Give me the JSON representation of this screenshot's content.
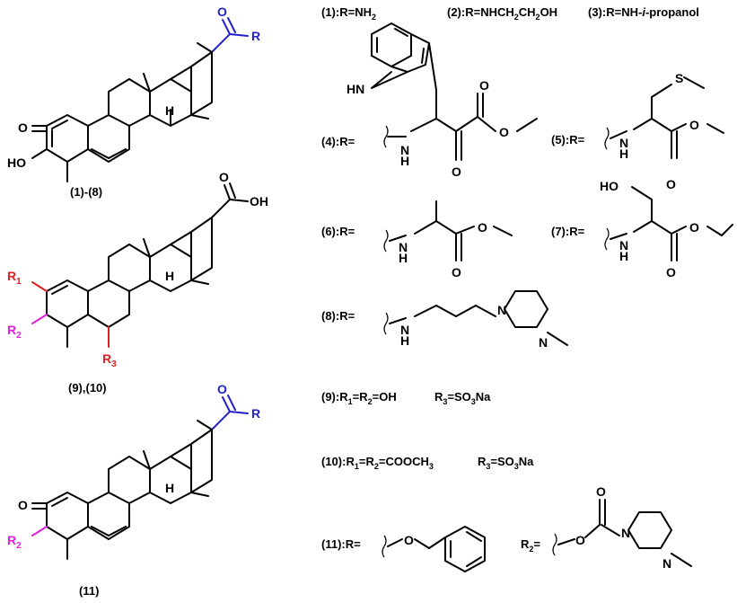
{
  "core_labels": {
    "c1": "(1)-(8)",
    "c2": "(9),(10)",
    "c3": "(11)"
  },
  "atoms": {
    "o": "O",
    "r": "R",
    "ho": "HO",
    "oh": "OH",
    "h": "H",
    "r1_sym": "R",
    "r1_sub": "1",
    "r2_sym": "R",
    "r2_sub": "2",
    "r3_sym": "R",
    "r3_sub": "3",
    "nh": "N",
    "nh_h": "H",
    "s": "S",
    "n": "N",
    "hn": "HN"
  },
  "colors": {
    "blue": "#2222cc",
    "red": "#e02020",
    "pink": "#e020e0"
  },
  "substituents": {
    "s1": "(1):R=NH",
    "s1_sub": "2",
    "s2": "(2):R=NHCH",
    "s2_sub1": "2",
    "s2_mid": "CH",
    "s2_sub2": "2",
    "s2_end": "OH",
    "s3a": "(3):R=NH-",
    "s3b": "i",
    "s3c": "-propanol",
    "s4": "(4):R=",
    "s5": "(5):R=",
    "s6": "(6):R=",
    "s7": "(7):R=",
    "s8": "(8):R=",
    "s9a": "(9):R",
    "s9b": "1",
    "s9c": "=R",
    "s9d": "2",
    "s9e": "=OH",
    "s9f": "R",
    "s9g": "3",
    "s9h": "=SO",
    "s9i": "3",
    "s9j": "Na",
    "s10a": "(10):R",
    "s10b": "1",
    "s10c": "=R",
    "s10d": "2",
    "s10e": "=COOCH",
    "s10f": "3",
    "s10g": "R",
    "s10h": "3",
    "s10i": "=SO",
    "s10j": "3",
    "s10k": "Na",
    "s11": "(11):R=",
    "s11r2": "R",
    "s11r2sub": "2",
    "s11r2eq": "="
  }
}
